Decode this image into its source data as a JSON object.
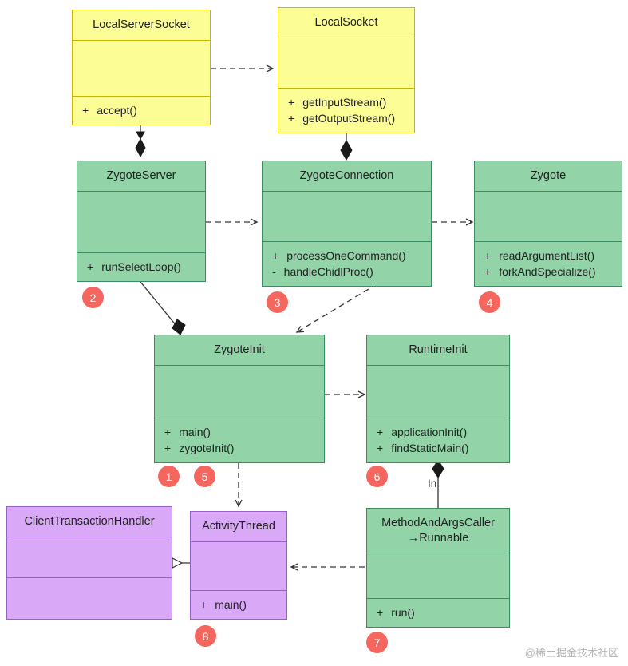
{
  "diagram": {
    "title": "Zygote / ActivityThread class diagram",
    "colors": {
      "green_fill": "#92d3a8",
      "green_stroke": "#3d8b63",
      "yellow_fill": "#fdfd96",
      "yellow_stroke": "#c9b600",
      "purple_fill": "#d9a8f7",
      "purple_stroke": "#9c5ec9",
      "badge_fill": "#f4665e",
      "badge_text": "#ffffff",
      "edge": "#333333",
      "watermark": "#b4b4b4"
    },
    "nodes": [
      {
        "id": "local-server-socket",
        "name": "LocalServerSocket",
        "color": "yellow",
        "methods": [
          {
            "vis": "+",
            "sig": "accept()"
          }
        ]
      },
      {
        "id": "local-socket",
        "name": "LocalSocket",
        "color": "yellow",
        "methods": [
          {
            "vis": "+",
            "sig": "getInputStream()"
          },
          {
            "vis": "+",
            "sig": "getOutputStream()"
          }
        ]
      },
      {
        "id": "zygote-server",
        "name": "ZygoteServer",
        "color": "green",
        "methods": [
          {
            "vis": "+",
            "sig": "runSelectLoop()"
          }
        ]
      },
      {
        "id": "zygote-connection",
        "name": "ZygoteConnection",
        "color": "green",
        "methods": [
          {
            "vis": "+",
            "sig": "processOneCommand()"
          },
          {
            "vis": "-",
            "sig": "handleChidlProc()"
          }
        ]
      },
      {
        "id": "zygote",
        "name": "Zygote",
        "color": "green",
        "methods": [
          {
            "vis": "+",
            "sig": "readArgumentList()"
          },
          {
            "vis": "+",
            "sig": "forkAndSpecialize()"
          }
        ]
      },
      {
        "id": "zygote-init",
        "name": "ZygoteInit",
        "color": "green",
        "methods": [
          {
            "vis": "+",
            "sig": "main()"
          },
          {
            "vis": "+",
            "sig": "zygoteInit()"
          }
        ]
      },
      {
        "id": "runtime-init",
        "name": "RuntimeInit",
        "color": "green",
        "methods": [
          {
            "vis": "+",
            "sig": "applicationInit()"
          },
          {
            "vis": "+",
            "sig": "findStaticMain()"
          }
        ]
      },
      {
        "id": "client-transaction-handler",
        "name": "ClientTransactionHandler",
        "color": "purple",
        "methods": []
      },
      {
        "id": "activity-thread",
        "name": "ActivityThread",
        "color": "purple",
        "methods": [
          {
            "vis": "+",
            "sig": "main()"
          }
        ]
      },
      {
        "id": "method-and-args-caller",
        "name": "MethodAndArgsCaller\n→Runnable",
        "name_line1": "MethodAndArgsCaller",
        "name_line2": "→Runnable",
        "color": "green",
        "methods": [
          {
            "vis": "+",
            "sig": "run()"
          }
        ]
      }
    ],
    "badges": [
      {
        "label": "1",
        "for": "zygote-init"
      },
      {
        "label": "2",
        "for": "zygote-server"
      },
      {
        "label": "3",
        "for": "zygote-connection"
      },
      {
        "label": "4",
        "for": "zygote"
      },
      {
        "label": "5",
        "for": "zygote-init"
      },
      {
        "label": "6",
        "for": "runtime-init"
      },
      {
        "label": "7",
        "for": "method-and-args-caller"
      },
      {
        "label": "8",
        "for": "activity-thread"
      }
    ],
    "edge_labels": [
      {
        "id": "in-label",
        "text": "In"
      }
    ],
    "watermark": "@稀土掘金技术社区"
  }
}
